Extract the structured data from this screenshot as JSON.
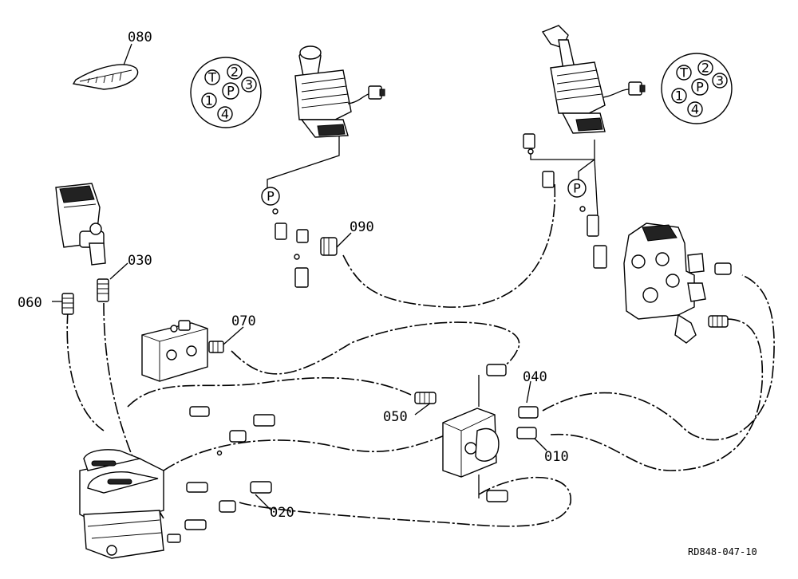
{
  "part_labels": {
    "p010": "010",
    "p020": "020",
    "p030": "030",
    "p040": "040",
    "p050": "050",
    "p060": "060",
    "p070": "070",
    "p080": "080",
    "p090": "090"
  },
  "port_markers": {
    "left_p": "P",
    "right_p": "P"
  },
  "left_connector_pins": {
    "t": "T",
    "p2": "2",
    "p3": "3",
    "pp": "P",
    "p1": "1",
    "p4": "4"
  },
  "right_connector_pins": {
    "t": "T",
    "p2": "2",
    "p3": "3",
    "pp": "P",
    "p1": "1",
    "p4": "4"
  },
  "drawing_ref": "RD848-047-10"
}
